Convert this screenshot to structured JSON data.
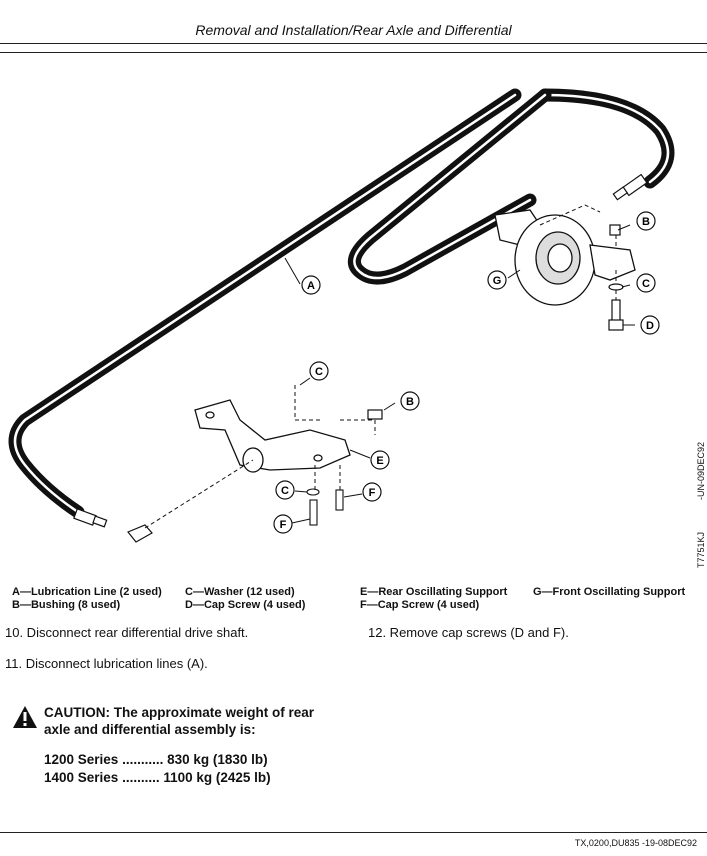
{
  "header": {
    "title": "Removal and Installation/Rear Axle and Differential"
  },
  "figure": {
    "callouts": {
      "a": "A",
      "b": "B",
      "c": "C",
      "d": "D",
      "e": "E",
      "f": "F",
      "g": "G"
    },
    "side_code_1": "T7751KJ",
    "side_code_2": "-UN-09DEC92"
  },
  "legend": {
    "col1": [
      "A—Lubrication Line (2 used)",
      "B—Bushing (8 used)"
    ],
    "col2": [
      "C—Washer (12 used)",
      "D—Cap Screw (4 used)"
    ],
    "col3": [
      "E—Rear Oscillating Support",
      "F—Cap Screw (4 used)"
    ],
    "col4": [
      "G—Front Oscillating Support"
    ]
  },
  "steps": {
    "s10": "10. Disconnect rear differential drive shaft.",
    "s11": "11. Disconnect lubrication lines (A).",
    "s12": "12. Remove cap screws (D and F)."
  },
  "caution": {
    "text": "CAUTION: The approximate weight of rear axle and differential assembly is:",
    "spec1": "1200 Series ........... 830 kg (1830 lb)",
    "spec2": "1400 Series .......... 1100 kg (2425 lb)"
  },
  "footer": {
    "code": "TX,0200,DU835 -19-08DEC92"
  }
}
